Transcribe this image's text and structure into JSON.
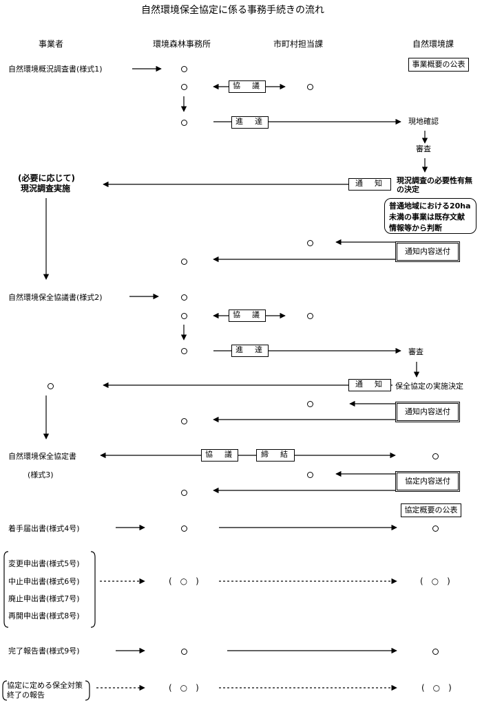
{
  "title": "自然環境保全協定に係る事務手続きの流れ",
  "columns": {
    "col1": "事業者",
    "col2": "環境森林事務所",
    "col3": "市町村担当課",
    "col4": "自然環境課"
  },
  "steps": {
    "survey_doc": "自然環境概況調査書(様式1)",
    "public_outline": "事業概要の公表",
    "consult": "協　議",
    "transmit": "進　達",
    "site_check": "現地確認",
    "review": "審査",
    "notify": "通　知",
    "survey_necessity": "現況調査の必要性有無",
    "survey_necessity_2": "の決定",
    "as_needed": "(必要に応じて)",
    "field_survey": "現況調査実施",
    "note_line1": "普通地域における20ha",
    "note_line2": "未満の事業は既存文献",
    "note_line3": "情報等から判断",
    "send_notice": "通知内容送付",
    "consult_doc": "自然環境保全協議書(様式2)",
    "review2": "審査",
    "decision": "保全協定の実施決定",
    "agreement_doc": "自然環境保全協定書",
    "agreement_form": "(様式3)",
    "sign": "締　結",
    "send_agreement": "協定内容送付",
    "public_agreement": "協定概要の公表",
    "start_notice": "着手届出書(様式4号)",
    "change": "変更申出書(様式5号)",
    "suspend": "中止申出書(様式6号)",
    "abolish": "廃止申出書(様式7号)",
    "resume": "再開申出書(様式8号)",
    "paren_circle": "(　○　)",
    "completion": "完了報告書(様式9号)",
    "final_line1": "協定に定める保全対策",
    "final_line2": "終了の報告"
  }
}
